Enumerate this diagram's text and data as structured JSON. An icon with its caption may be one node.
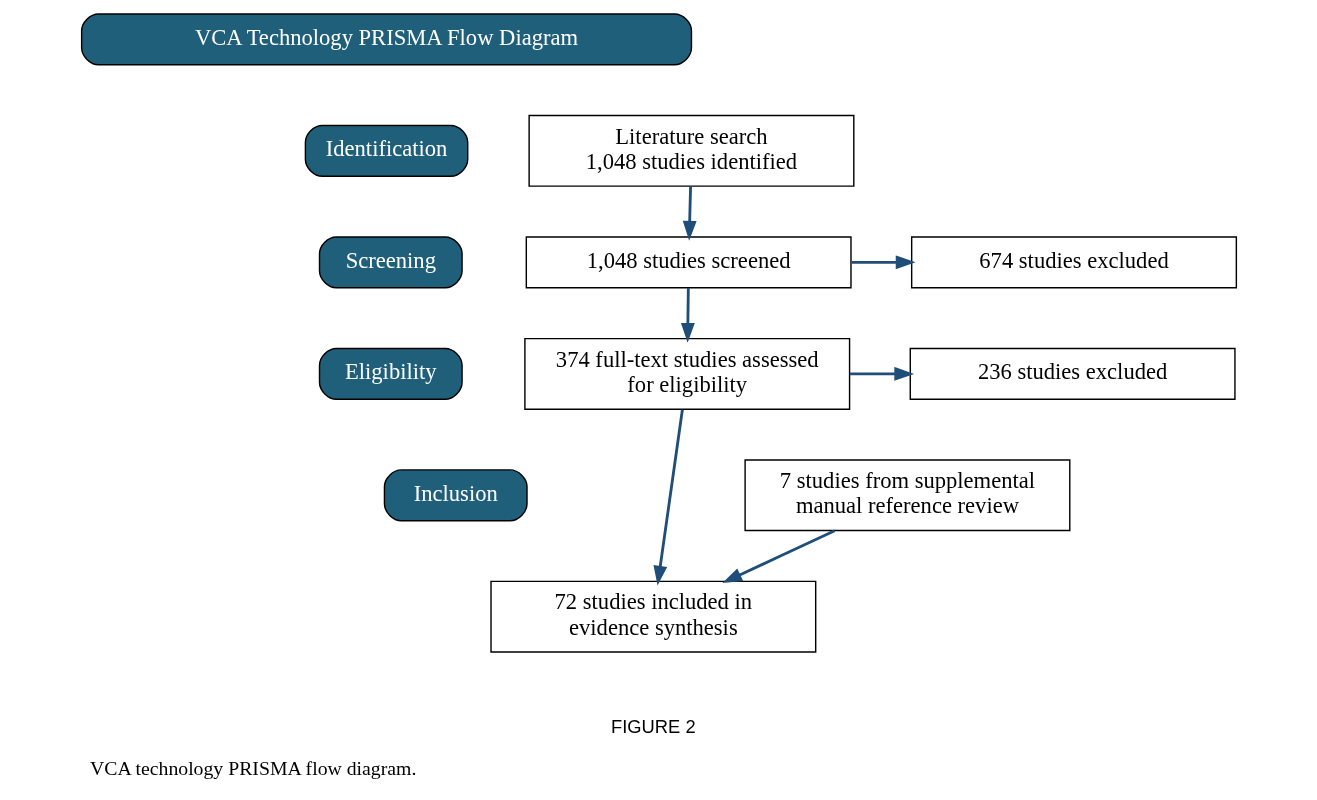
{
  "diagram": {
    "caption": "VCA technology PRISMA flow diagram.",
    "nodes": [
      {
        "text": [
          "VCA Technology PRISMA Flow Diagram"
        ]
      },
      {
        "text": [
          "Identification"
        ]
      },
      {
        "text": [
          "Screening"
        ]
      },
      {
        "text": [
          "Eligibility"
        ]
      },
      {
        "text": [
          "Inclusion"
        ]
      },
      {
        "text": [
          "Literature search",
          "1,048 studies identified"
        ]
      },
      {
        "text": [
          "1,048 studies screened"
        ]
      },
      {
        "text": [
          "674 studies excluded"
        ]
      },
      {
        "text": [
          "374 full-text studies assessed for eligibility"
        ]
      },
      {
        "text": [
          "236 studies excluded"
        ]
      },
      {
        "text": [
          "7 studies from supplemental manual reference review"
        ]
      },
      {
        "text": [
          "72 studies included in evidence synthesis"
        ]
      }
    ],
    "edges": [
      {
        "from": 5,
        "to": 6,
        "arrow": "to"
      },
      {
        "from": 6,
        "to": 7,
        "arrow": "to"
      },
      {
        "from": 6,
        "to": 8,
        "arrow": "to"
      },
      {
        "from": 8,
        "to": 9,
        "arrow": "to"
      },
      {
        "from": 8,
        "to": 11,
        "arrow": "to"
      },
      {
        "from": 10,
        "to": 11,
        "arrow": "to"
      }
    ],
    "labels": [
      "FIGURE 2"
    ]
  }
}
